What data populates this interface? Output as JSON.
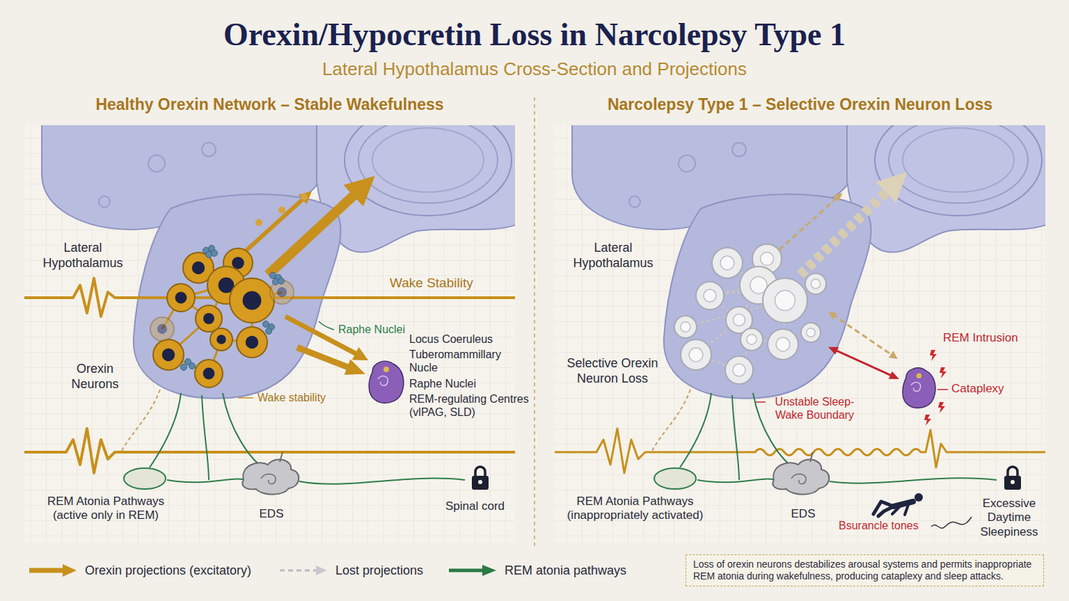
{
  "diagram": {
    "title": "Orexin/Hypocretin Loss in Narcolepsy Type 1",
    "caption": "Loss of orexin neurons destabilizes arousal systems and permits inappropriate REM atonia during wakefulness, producing cataplexy and sleep attacks.",
    "nodes": [
      {
        "text": [
          "Orexin Neurons"
        ]
      },
      {
        "text": [
          "Locus Coeruleus",
          "Tuberomammillary Nucle",
          "Raphe Nuclei",
          "REM-regulating Centres (vlPAG, SLD)"
        ]
      },
      {
        "text": [
          "Selective Orexin Neuron Loss"
        ]
      },
      {
        "text": [
          "Cataplexy"
        ]
      }
    ],
    "edges": [
      {
        "from": 0,
        "to": 1,
        "arrow": "to"
      },
      {
        "from": 2,
        "to": 3,
        "arrow": "both"
      }
    ],
    "labels": [
      "Lateral Hypothalamus Cross-Section and Projections",
      "Healthy Orexin Network – Stable Wakefulness",
      "Narcolepsy Type 1 – Selective Orexin Neuron Loss",
      "Lateral Hypothalamus",
      "Wake Stability",
      "Raphe Nuclei",
      "Wake stability",
      "REM Atonia Pathways (active only in REM)",
      "EDS",
      "Spinal cord",
      "Lateral Hypothalamus",
      "REM Intrusion",
      "Unstable Sleep-Wake Boundary",
      "REM Atonia Pathways (inappropriately activated)",
      "EDS",
      "Bsurancle tones",
      "Excessive Daytime Sleepiness"
    ],
    "legend": [
      {
        "text": "Orexin projections (excitatory)"
      },
      {
        "text": "Lost projections"
      },
      {
        "text": "REM atonia pathways"
      }
    ]
  }
}
